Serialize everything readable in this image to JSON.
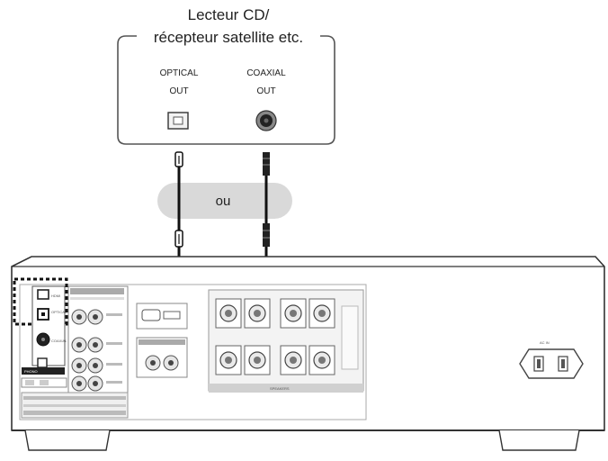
{
  "source_device": {
    "title_line1": "Lecteur CD/",
    "title_line2": "récepteur satellite etc.",
    "optical": {
      "line1": "OPTICAL",
      "line2": "OUT"
    },
    "coaxial": {
      "line1": "COAXIAL",
      "line2": "OUT"
    }
  },
  "or_label": "ou",
  "receiver": {
    "digital_in": {
      "hdmi": "HDMI",
      "optical": "OPTICAL",
      "coaxial": "COAXIAL",
      "phono": "PHONO"
    },
    "ac_in": "AC IN",
    "speakers": "SPEAKERS"
  },
  "colors": {
    "cable": "#111111",
    "panel_line": "#444444",
    "or_band": "#d9d9d9",
    "terminal_fill": "#e6e6e6"
  }
}
